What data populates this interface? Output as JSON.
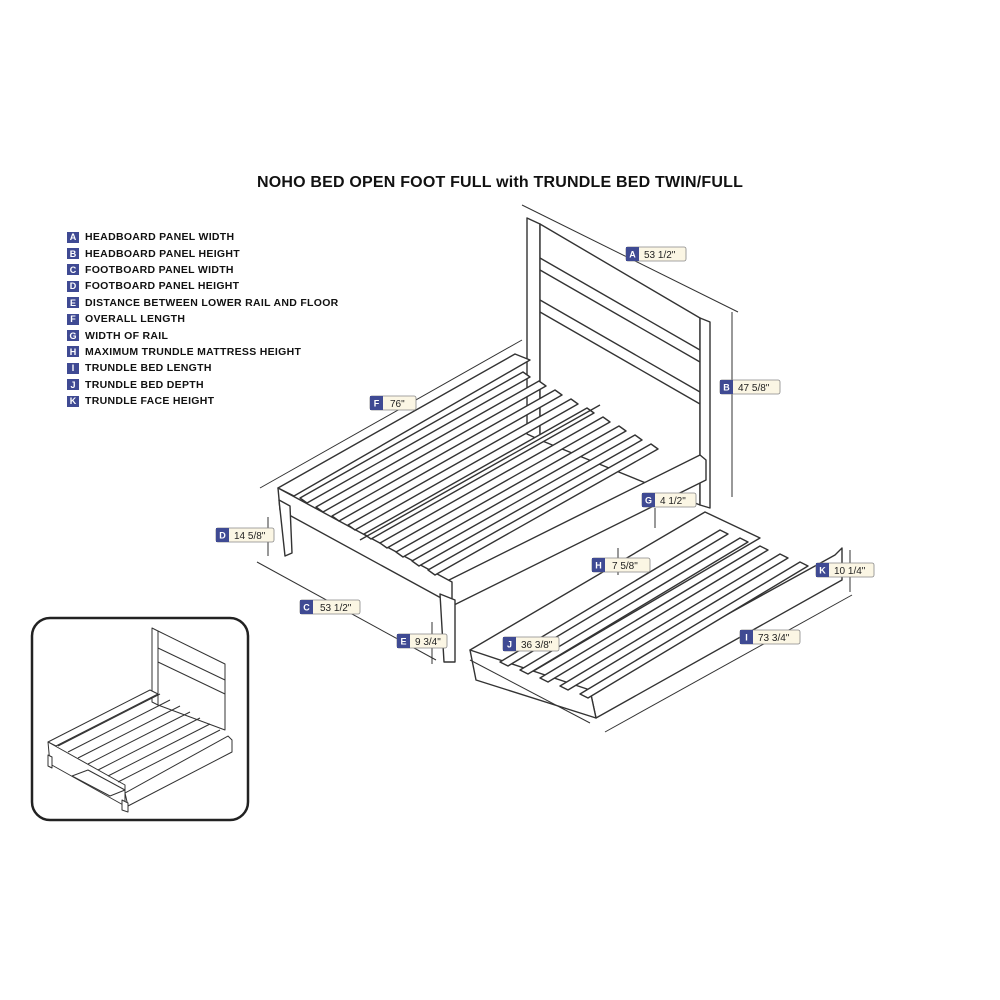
{
  "title": "NOHO BED OPEN FOOT FULL with TRUNDLE BED TWIN/FULL",
  "legend": [
    {
      "letter": "A",
      "label": "HEADBOARD PANEL WIDTH"
    },
    {
      "letter": "B",
      "label": "HEADBOARD PANEL HEIGHT"
    },
    {
      "letter": "C",
      "label": "FOOTBOARD PANEL WIDTH"
    },
    {
      "letter": "D",
      "label": "FOOTBOARD PANEL HEIGHT"
    },
    {
      "letter": "E",
      "label": "DISTANCE BETWEEN LOWER RAIL AND FLOOR"
    },
    {
      "letter": "F",
      "label": "OVERALL LENGTH"
    },
    {
      "letter": "G",
      "label": "WIDTH OF RAIL"
    },
    {
      "letter": "H",
      "label": "MAXIMUM TRUNDLE MATTRESS HEIGHT"
    },
    {
      "letter": "I",
      "label": "TRUNDLE BED LENGTH"
    },
    {
      "letter": "J",
      "label": "TRUNDLE BED DEPTH"
    },
    {
      "letter": "K",
      "label": "TRUNDLE FACE HEIGHT"
    }
  ],
  "dimensions": {
    "A": {
      "letter": "A",
      "value": "53 1/2\""
    },
    "B": {
      "letter": "B",
      "value": "47 5/8\""
    },
    "C": {
      "letter": "C",
      "value": "53 1/2\""
    },
    "D": {
      "letter": "D",
      "value": "14 5/8\""
    },
    "E": {
      "letter": "E",
      "value": "9 3/4\""
    },
    "F": {
      "letter": "F",
      "value": "76\""
    },
    "G": {
      "letter": "G",
      "value": "4 1/2\""
    },
    "H": {
      "letter": "H",
      "value": "7 5/8\""
    },
    "I": {
      "letter": "I",
      "value": "73 3/4\""
    },
    "J": {
      "letter": "J",
      "value": "36 3/8\""
    },
    "K": {
      "letter": "K",
      "value": "10 1/4\""
    }
  },
  "colors": {
    "badge": "#3f4a93",
    "label_fill": "#fbf6e4",
    "line": "#333333"
  }
}
